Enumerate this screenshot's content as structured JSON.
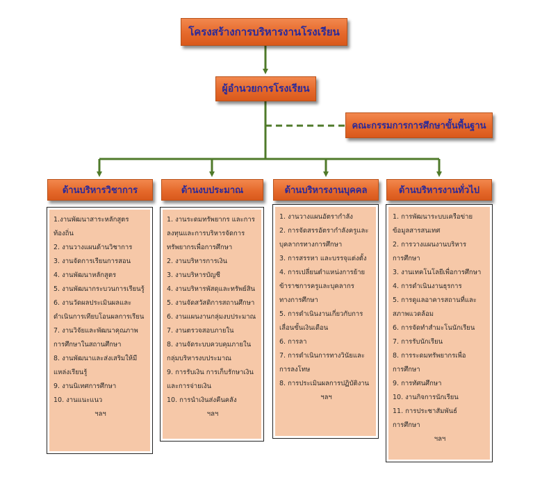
{
  "title": "โครงสร้างการบริหารงานโรงเรียน",
  "director": "ผู้อำนวยการโรงเรียน",
  "board": "คณะกรรมการการศึกษาขั้นพื้นฐาน",
  "colors": {
    "box": "#e5692b",
    "text": "#2a2a9a",
    "panel": "#f6c8a8",
    "connector": "#4f7a2a"
  },
  "columns": [
    {
      "header": "ด้านบริหารวิชาการ",
      "lines": [
        "1.งานพัฒนาสาระหลักสูตร",
        "ท้องถิ่น",
        "2. งานวางแผนด้านวิชาการ",
        "3. งานจัดการเรียนการสอน",
        "4. งานพัฒนาหลักสูตร",
        "5. งานพัฒนากระบวนการเรียนรู้",
        "6. งานวัดผลประเมินผลและ",
        "ดำเนินการเทียบโอนผลการเรียน",
        "7. งานวิจัยและพัฒนาคุณภาพ",
        "การศึกษาในสถานศึกษา",
        "8. งานพัฒนาและส่งเสริมให้มี",
        "แหล่งเรียนรู้",
        "9. งานนิเทศการศึกษา",
        "10. งานแนะแนว"
      ],
      "etc": "ฯลฯ"
    },
    {
      "header": "ด้านงบประมาณ",
      "lines": [
        "1. งานระดมทรัพยากร และการ",
        "ลงทุนและการบริหารจัดการ",
        "ทรัพยากรเพื่อการศึกษา",
        "2. งานบริหารการเงิน",
        "3. งานบริหารบัญชี",
        "4. งานบริหารพัสดุและทรัพย์สิน",
        "5. งานจัดสวัสดิการสถานศึกษา",
        "6. งานแผนงานกลุ่มงบประมาณ",
        "7. งานตรวจสอบภายใน",
        "8. งานจัดระบบควบคุมภายใน",
        "กลุ่มบริหารงบประมาณ",
        "9. การรับเงิน การเก็บรักษาเงิน",
        "และการจ่ายเงิน",
        "10. การนำเงินส่งคืนคลัง"
      ],
      "etc": "ฯลฯ"
    },
    {
      "header": "ด้านบริหารงานบุคคล",
      "lines": [
        "1. งานวางแผนอัตรากำลัง",
        "2. การจัดสรรอัตรากำลังครูและ",
        "บุคลากรทางการศึกษา",
        "3. การสรรหา และบรรจุแต่งตั้ง",
        "4. การเปลี่ยนตำแหน่งการย้าย",
        "ข้าราชการครูและบุคลากร",
        "ทางการศึกษา",
        "5. การดำเนินงานเกี่ยวกับการ",
        "เลื่อนขั้นเงินเดือน",
        "6. การลา",
        "7. การดำเนินการทางวินัยและ",
        "การลงโทษ",
        "8. การประเมินผลการปฏิบัติงาน"
      ],
      "etc": "ฯลฯ"
    },
    {
      "header": "ด้านบริหารงานทั่วไป",
      "lines": [
        "1. การพัฒนาระบบเครือข่าย",
        "ข้อมูลสารสนเทศ",
        "2. การวางแผนงานบริหาร",
        "การศึกษา",
        "3. งานเทคโนโลยีเพื่อการศึกษา",
        "4. การดำเนินงานธุรการ",
        "5. การดูแลอาคารสถานที่และ",
        "สภาพแวดล้อม",
        "6. การจัดทำสำมะโนนักเรียน",
        "7. การรับนักเรียน",
        "8. การระดมทรัพยากรเพื่อ",
        "การศึกษา",
        "9. การทัศนศึกษา",
        "10. งานกิจการนักเรียน",
        "11. การประชาสัมพันธ์",
        "การศึกษา"
      ],
      "etc": "ฯลฯ"
    }
  ]
}
